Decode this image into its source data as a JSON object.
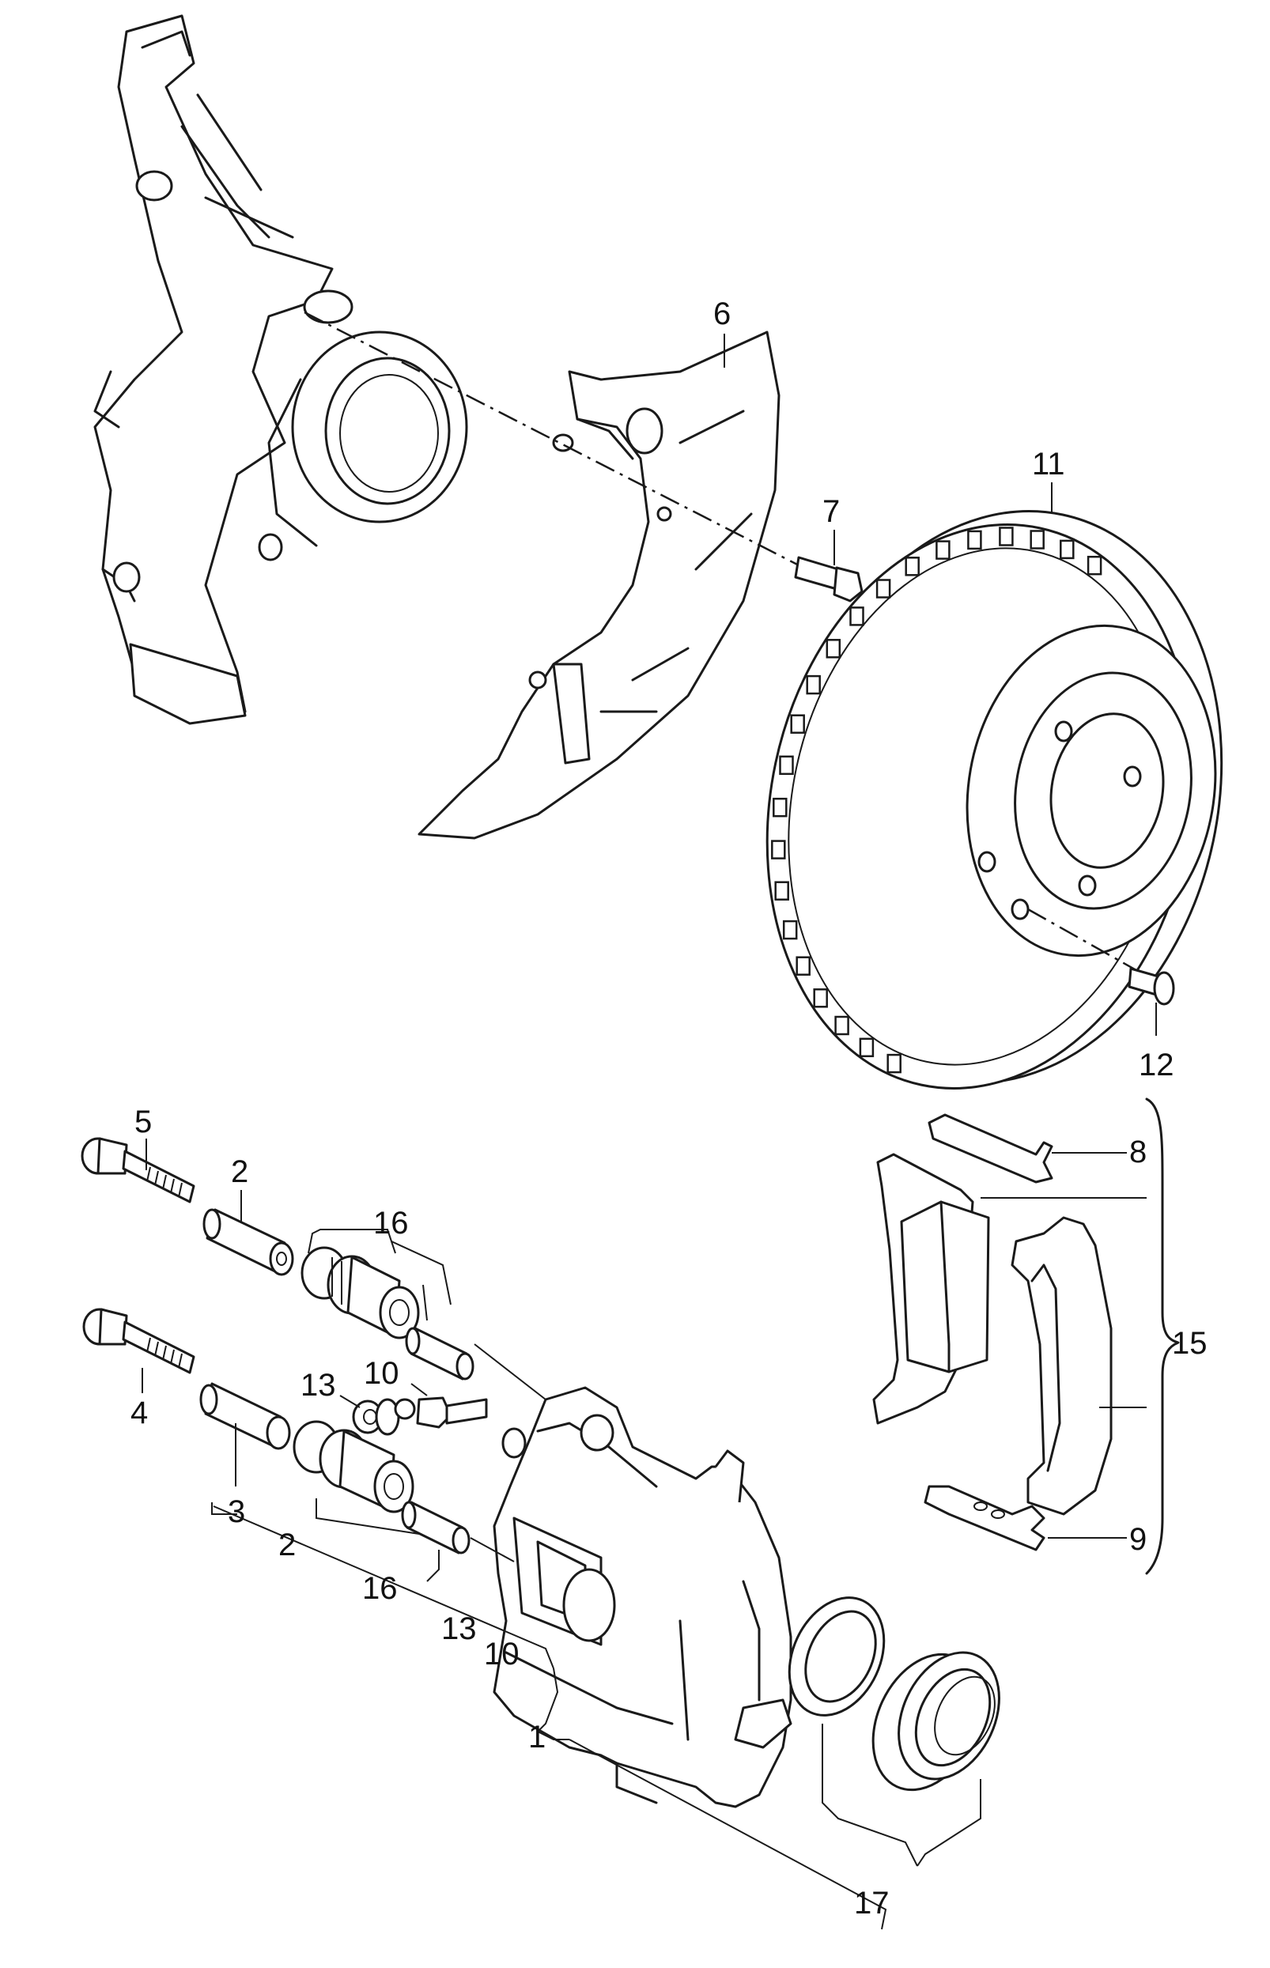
{
  "callouts": [
    {
      "id": "c6",
      "text": "6"
    },
    {
      "id": "c7",
      "text": "7"
    },
    {
      "id": "c11",
      "text": "11"
    },
    {
      "id": "c12",
      "text": "12"
    },
    {
      "id": "c5",
      "text": "5"
    },
    {
      "id": "c2a",
      "text": "2"
    },
    {
      "id": "c16a",
      "text": "16"
    },
    {
      "id": "c10a",
      "text": "10"
    },
    {
      "id": "c13a",
      "text": "13"
    },
    {
      "id": "c4",
      "text": "4"
    },
    {
      "id": "c3",
      "text": "3"
    },
    {
      "id": "c2b",
      "text": "2"
    },
    {
      "id": "c16b",
      "text": "16"
    },
    {
      "id": "c13b",
      "text": "13"
    },
    {
      "id": "c10b",
      "text": "10"
    },
    {
      "id": "c1",
      "text": "1"
    },
    {
      "id": "c8",
      "text": "8"
    },
    {
      "id": "c15",
      "text": "15"
    },
    {
      "id": "c9",
      "text": "9"
    },
    {
      "id": "c17",
      "text": "17"
    }
  ],
  "colors": {
    "line": "#1a1a1a",
    "background": "#ffffff"
  }
}
